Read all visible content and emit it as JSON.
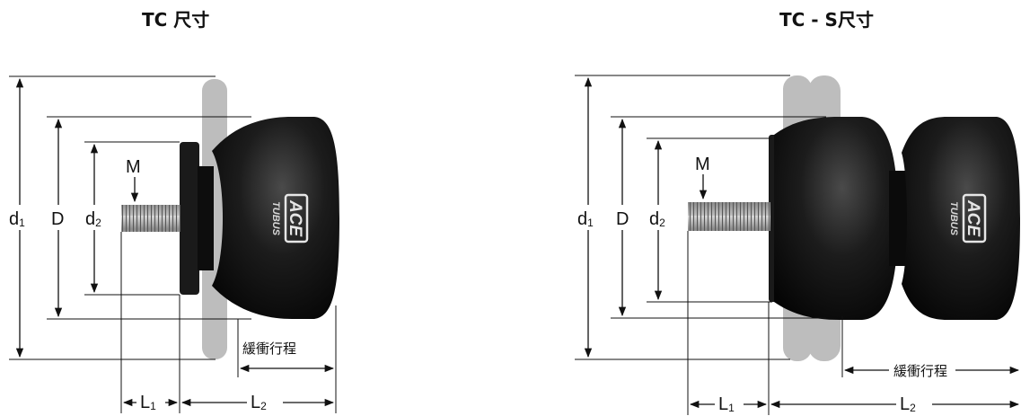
{
  "titles": {
    "left": "TC 尺寸",
    "right": "TC - S尺寸"
  },
  "labels": {
    "d1": "d",
    "d1_sub": "1",
    "D": "D",
    "d2": "d",
    "d2_sub": "2",
    "M": "M",
    "L1": "L",
    "L1_sub": "1",
    "L2": "L",
    "L2_sub": "2",
    "stroke": "緩衝行程"
  },
  "logo": {
    "brand": "ACE",
    "product": "TUBUS"
  },
  "colors": {
    "body": "#141414",
    "plate": "#bdbdbd",
    "ink": "#111111"
  }
}
